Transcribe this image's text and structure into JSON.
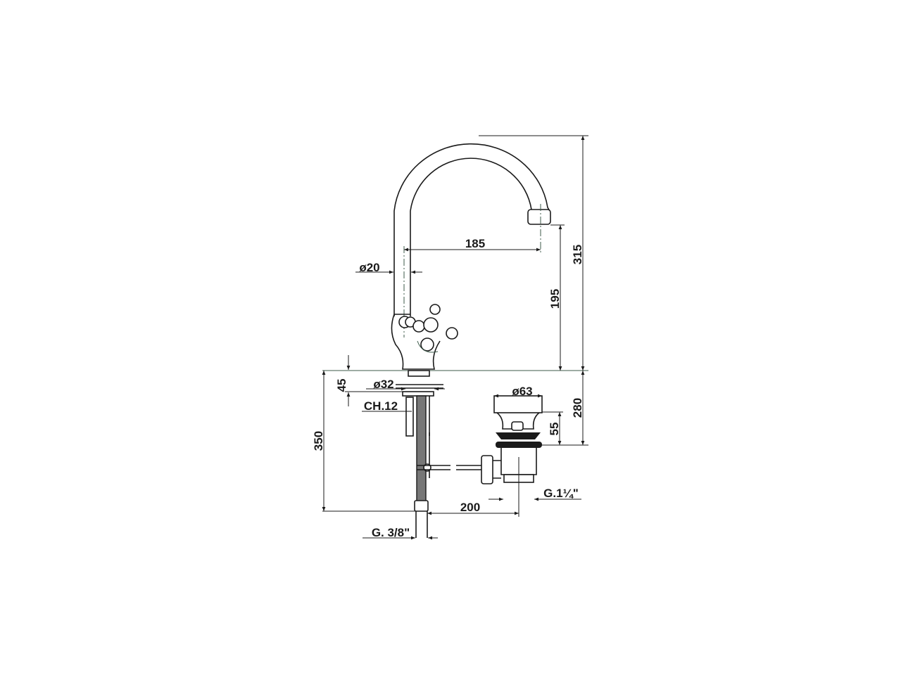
{
  "drawing": {
    "dimensions": {
      "total_height": "315",
      "spout_height": "195",
      "spout_reach": "185",
      "spout_diameter": "ø20",
      "deck_thickness": "45",
      "shank_diameter": "ø32",
      "wrench_size": "CH.12",
      "below_deck_length": "350",
      "waste_diameter": "ø63",
      "waste_cap_height": "55",
      "waste_to_deck": "280",
      "hose_to_waste": "200",
      "supply_thread": "G. 3/8\"",
      "waste_thread": "G.1¼\""
    }
  }
}
